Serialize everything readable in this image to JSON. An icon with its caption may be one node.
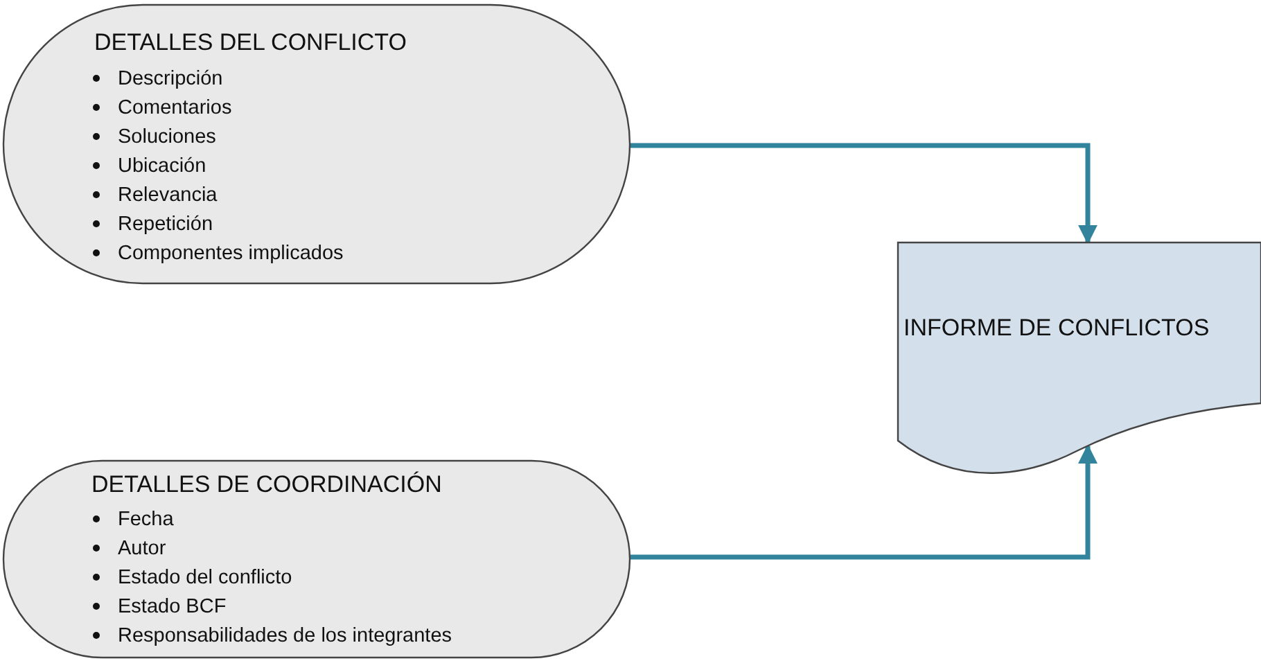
{
  "diagram": {
    "nodes": [
      {
        "text": [
          "DETALLES DEL CONFLICTO",
          "Descripción",
          "Comentarios",
          "Soluciones",
          "Ubicación",
          "Relevancia",
          "Repetición",
          "Componentes implicados"
        ]
      },
      {
        "text": [
          "DETALLES DE COORDINACIÓN",
          "Fecha",
          "Autor",
          "Estado del conflicto",
          "Estado BCF",
          "Responsabilidades de los integrantes"
        ]
      },
      {
        "text": [
          "INFORME DE CONFLICTOS"
        ]
      }
    ],
    "edges": [
      {
        "from": 0,
        "to": 2,
        "arrow": "to"
      },
      {
        "from": 1,
        "to": 2,
        "arrow": "to"
      }
    ]
  }
}
